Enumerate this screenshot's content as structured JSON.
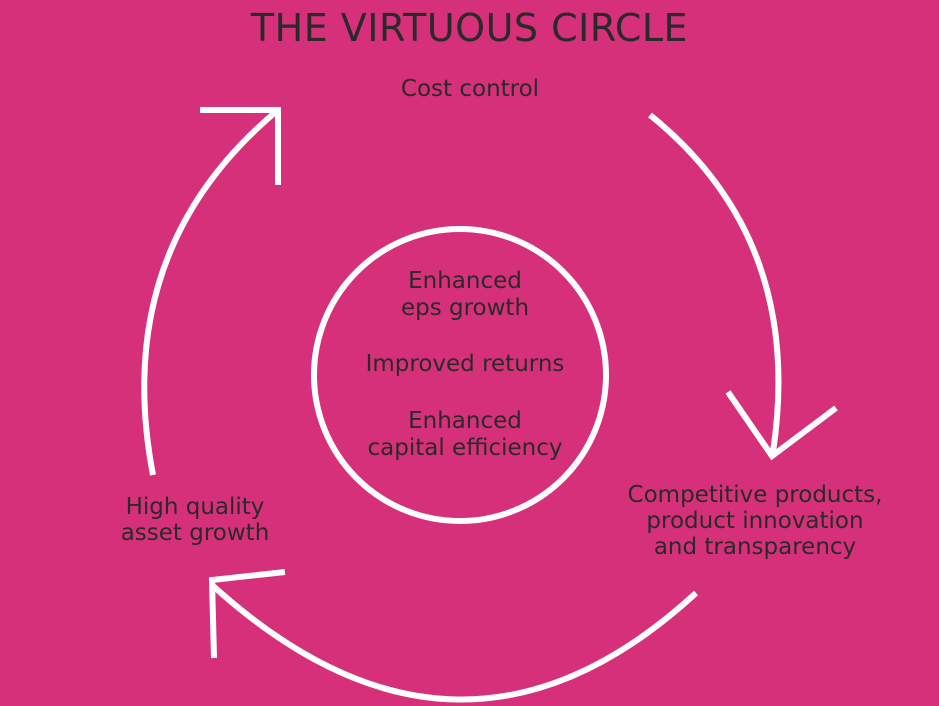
{
  "title": "THE VIRTUOUS CIRCLE",
  "nodes": {
    "cost_control": "Cost control",
    "competitive_line1": "Competitive products,",
    "competitive_line2": "product innovation",
    "competitive_line3": "and transparency",
    "asset_line1": "High quality",
    "asset_line2": "asset growth"
  },
  "center": {
    "eps_line1": "Enhanced",
    "eps_line2": "eps growth",
    "returns": "Improved returns",
    "capital_line1": "Enhanced",
    "capital_line2": "capital efficiency"
  },
  "colors": {
    "background": "#d6307a",
    "stroke": "#ffffff",
    "text": "#2a2a2a"
  }
}
